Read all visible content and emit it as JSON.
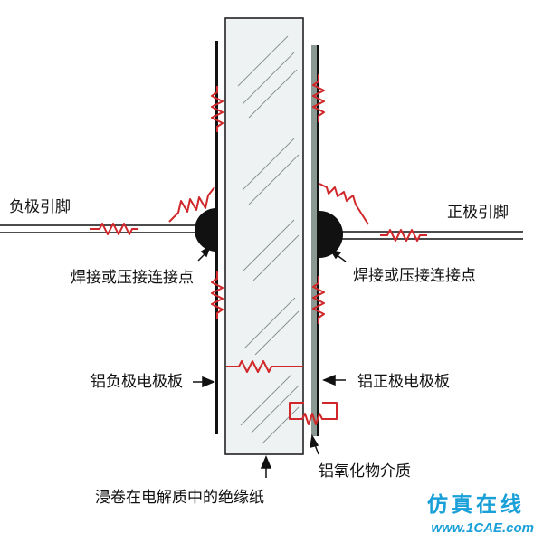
{
  "labels": {
    "negative_lead": "负极引脚",
    "positive_lead": "正极引脚",
    "weld_left": "焊接或压接连接点",
    "weld_right": "焊接或压接连接点",
    "al_negative": "铝负极电极板",
    "al_positive": "铝正极电极板",
    "oxide": "铝氧化物介质",
    "paper": "浸卷在电解质中的绝缘纸"
  },
  "watermark": {
    "main": "仿真在线",
    "sub": "www.1CAE.com"
  },
  "colors": {
    "resistor": "#d0282a",
    "paper_fill": "#eef2f2",
    "oxide_layer": "#8a9a93",
    "watermark": "#1aa0d8"
  }
}
